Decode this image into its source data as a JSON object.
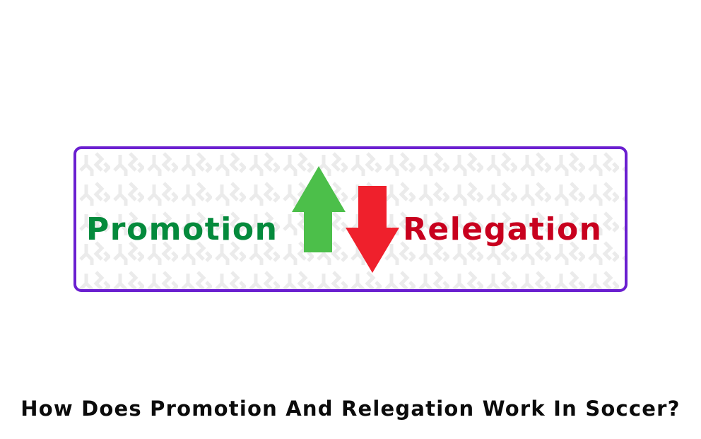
{
  "banner": {
    "left_label": "Promotion",
    "right_label": "Relegation",
    "up_arrow_icon": "arrow-up-icon",
    "down_arrow_icon": "arrow-down-icon",
    "background_pattern": "watermark-logo-pattern"
  },
  "title": "How Does Promotion And Relegation Work In Soccer?",
  "colors": {
    "border": "#6a1fd0",
    "promotion_text": "#048a3c",
    "relegation_text": "#c8001e",
    "up_arrow": "#4cbf4a",
    "down_arrow": "#ef202c",
    "title_text": "#0b0b0b",
    "pattern": "#ececec"
  }
}
